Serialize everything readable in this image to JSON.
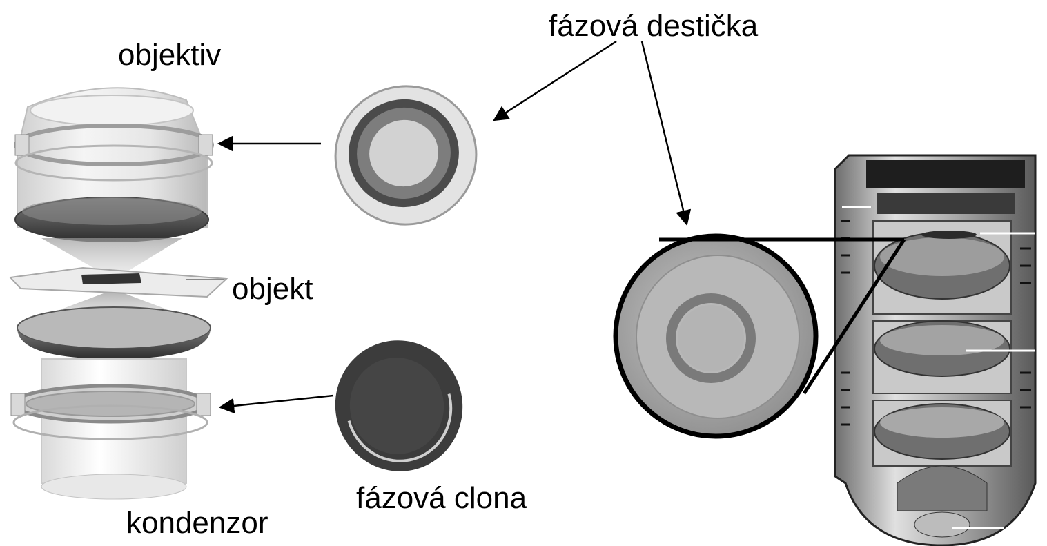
{
  "labels": {
    "objective": "objektiv",
    "phase_plate": "fázová destička",
    "specimen": "objekt",
    "phase_annulus": "fázová clona",
    "condenser": "kondenzor"
  },
  "colors": {
    "ink": "#000000",
    "dark_glass": "#4a4a4a",
    "mid_gray": "#8c8c8c",
    "light_gray": "#d2d2d2",
    "ring_gray": "#808080"
  }
}
